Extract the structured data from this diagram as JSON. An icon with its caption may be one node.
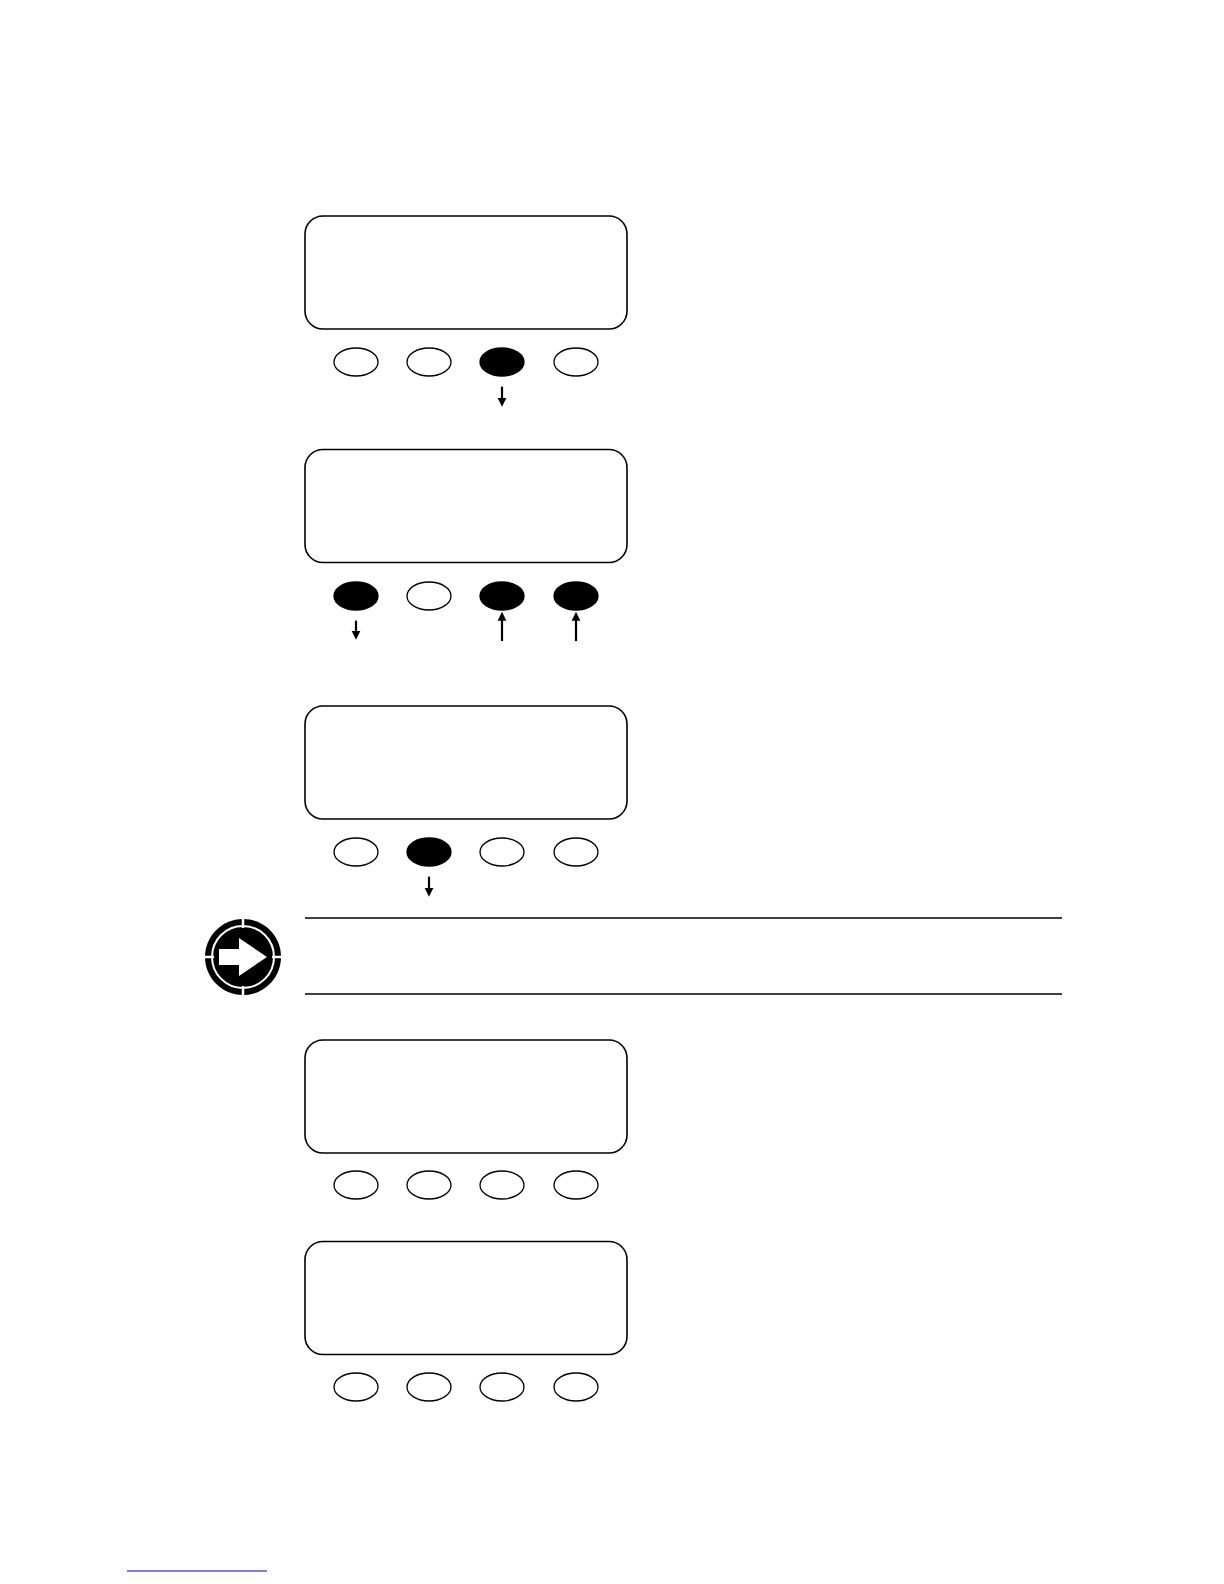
{
  "diagram": {
    "nodes": [
      {
        "text": [],
        "shape": "box"
      },
      {
        "text": [],
        "shape": "ellipse"
      },
      {
        "text": [],
        "shape": "ellipse"
      },
      {
        "text": [],
        "shape": "ellipse"
      },
      {
        "text": [],
        "shape": "ellipse"
      },
      {
        "text": [],
        "shape": "box"
      },
      {
        "text": [],
        "shape": "ellipse"
      },
      {
        "text": [],
        "shape": "ellipse"
      },
      {
        "text": [],
        "shape": "ellipse"
      },
      {
        "text": [],
        "shape": "ellipse"
      },
      {
        "text": [],
        "shape": "box"
      },
      {
        "text": [],
        "shape": "ellipse"
      },
      {
        "text": [],
        "shape": "ellipse"
      },
      {
        "text": [],
        "shape": "ellipse"
      },
      {
        "text": [],
        "shape": "ellipse"
      },
      {
        "text": [],
        "shape": "box"
      },
      {
        "text": [],
        "shape": "ellipse"
      },
      {
        "text": [],
        "shape": "ellipse"
      },
      {
        "text": [],
        "shape": "ellipse"
      },
      {
        "text": [],
        "shape": "ellipse"
      },
      {
        "text": [],
        "shape": "box"
      },
      {
        "text": [],
        "shape": "ellipse"
      },
      {
        "text": [],
        "shape": "ellipse"
      },
      {
        "text": [],
        "shape": "ellipse"
      },
      {
        "text": [],
        "shape": "ellipse"
      }
    ],
    "edges": [
      {
        "from": 3,
        "to": null,
        "arrow": "to"
      },
      {
        "from": 6,
        "to": null,
        "arrow": "to"
      },
      {
        "from": null,
        "to": 8,
        "arrow": "to"
      },
      {
        "from": null,
        "to": 9,
        "arrow": "to"
      },
      {
        "from": 12,
        "to": null,
        "arrow": "to"
      }
    ]
  }
}
